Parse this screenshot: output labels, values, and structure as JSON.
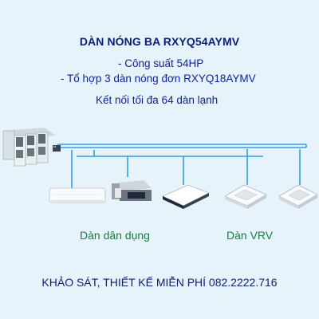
{
  "title": "DÀN NÓNG BA RXYQ54AYMV",
  "specs": {
    "capacity": "- Công suất 54HP",
    "combination": "- Tổ hợp 3 dàn nóng đơn RXYQ18AYMV",
    "connection": "Kết nối tối đa 64 dàn lạnh"
  },
  "labels": {
    "residential": "Dàn dân dụng",
    "vrv": "Dàn VRV"
  },
  "footer": "KHẢO SÁT, THIẾT KẾ MIỄN PHÍ 082.2222.716",
  "colors": {
    "background": "#e6f3fa",
    "pipe": "#2e9fe0",
    "title": "#0c1e7a",
    "label_green": "#15803d"
  },
  "icons": [
    "outdoor-unit-icon",
    "refnet-joint-icon",
    "wall-mounted-unit-icon",
    "ducted-unit-icon",
    "ceiling-suspended-unit-icon",
    "cassette-unit-icon"
  ]
}
